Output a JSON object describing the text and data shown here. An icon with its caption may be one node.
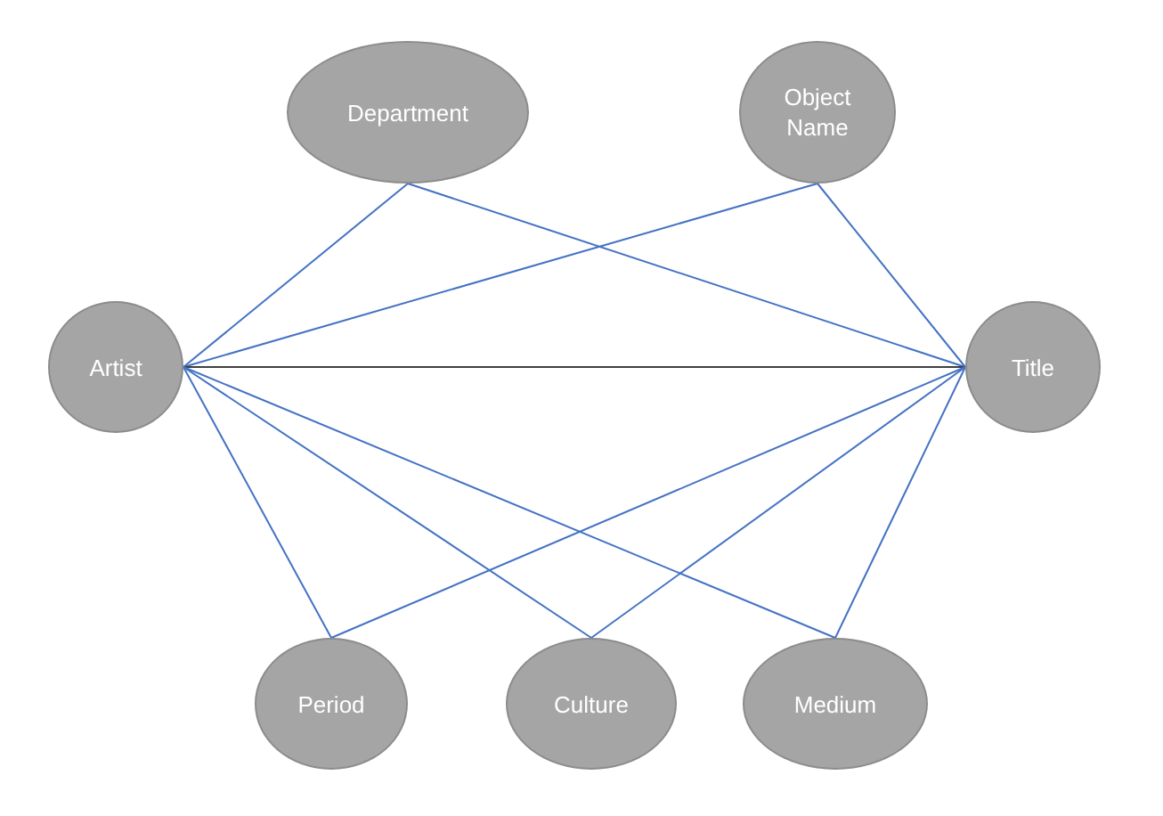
{
  "diagram": {
    "nodes": [
      {
        "text": [
          "Department"
        ]
      },
      {
        "text": [
          "Object Name"
        ]
      },
      {
        "text": [
          "Artist"
        ]
      },
      {
        "text": [
          "Title"
        ]
      },
      {
        "text": [
          "Period"
        ]
      },
      {
        "text": [
          "Culture"
        ]
      },
      {
        "text": [
          "Medium"
        ]
      }
    ],
    "edges": [
      {
        "from": 0,
        "to": 2,
        "arrow": "none"
      },
      {
        "from": 0,
        "to": 3,
        "arrow": "none"
      },
      {
        "from": 1,
        "to": 2,
        "arrow": "none"
      },
      {
        "from": 1,
        "to": 3,
        "arrow": "none"
      },
      {
        "from": 2,
        "to": 3,
        "arrow": "none",
        "color": "#404040"
      },
      {
        "from": 2,
        "to": 4,
        "arrow": "none"
      },
      {
        "from": 2,
        "to": 5,
        "arrow": "none"
      },
      {
        "from": 2,
        "to": 6,
        "arrow": "none"
      },
      {
        "from": 3,
        "to": 4,
        "arrow": "none"
      },
      {
        "from": 3,
        "to": 5,
        "arrow": "none"
      },
      {
        "from": 3,
        "to": 6,
        "arrow": "none"
      }
    ]
  }
}
